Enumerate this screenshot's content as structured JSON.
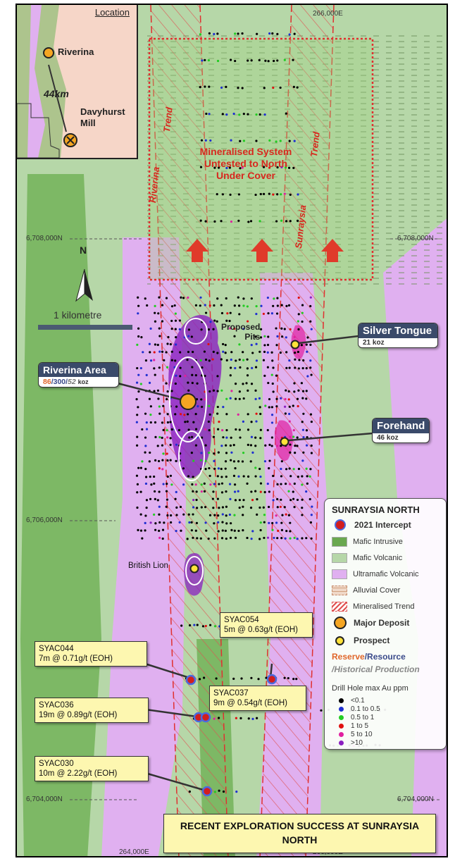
{
  "inset": {
    "title": "Location",
    "place1": "Riverina",
    "distance": "44km",
    "place2_line1": "Davyhurst",
    "place2_line2": "Mill"
  },
  "coordinates": {
    "east_top": "266,000E",
    "east_bottom_left": "264,000E",
    "east_bottom_right": "266,000E",
    "north_1": "6,708,000N",
    "north_2": "6,706,000N",
    "north_3": "6,704,000N"
  },
  "scale": {
    "north_arrow": "N",
    "scale_label": "1 kilometre"
  },
  "target_box": {
    "line1": "Mineralised System",
    "line2": "Untested to North",
    "line3": "Under Cover"
  },
  "trend_labels": {
    "riverina": "Riverina",
    "trend": "Trend",
    "sunraysia": "Sunraysia"
  },
  "proposed_pits": {
    "line1": "Proposed",
    "line2": "Pits"
  },
  "british_lion": "British Lion",
  "deposits": {
    "riverina_area": {
      "name": "Riverina Area",
      "reserve": "86",
      "resource": "/300/",
      "historical": "52",
      "unit": "koz"
    },
    "silver_tongue": {
      "name": "Silver Tongue",
      "value": "21 koz"
    },
    "forehand": {
      "name": "Forehand",
      "value": "46 koz"
    }
  },
  "intercepts": {
    "syac054": {
      "id": "SYAC054",
      "result": "5m @ 0.63g/t (EOH)"
    },
    "syac044": {
      "id": "SYAC044",
      "result": "7m @ 0.71g/t (EOH)"
    },
    "syac037": {
      "id": "SYAC037",
      "result": "9m @ 0.54g/t (EOH)"
    },
    "syac036": {
      "id": "SYAC036",
      "result": "19m @ 0.89g/t (EOH)"
    },
    "syac030": {
      "id": "SYAC030",
      "result": "10m @ 2.22g/t (EOH)"
    }
  },
  "legend": {
    "title": "SUNRAYSIA NORTH",
    "intercept_2021": "2021 Intercept",
    "mafic_intrusive": "Mafic Intrusive",
    "mafic_volcanic": "Mafic Volcanic",
    "ultramafic_volcanic": "Ultramafic Volcanic",
    "alluvial_cover": "Alluvial Cover",
    "mineralised_trend": "Mineralised Trend",
    "major_deposit": "Major Deposit",
    "prospect": "Prospect",
    "reserve": "Reserve",
    "resource": "/Resource",
    "historical": "/Historical Production",
    "drill_title": "Drill Hole max Au ppm",
    "drill_classes": [
      "<0.1",
      "0.1 to 0.5",
      "0.5 to 1",
      "1 to 5",
      "5 to 10",
      ">10"
    ],
    "colors": {
      "mafic_intrusive": "#6aa84f",
      "mafic_volcanic": "#b6d7a8",
      "ultramafic_volcanic": "#e0b0f0",
      "reserve": "#e0662a",
      "resource": "#3a4a8a",
      "drill": [
        "#000000",
        "#1f2fd0",
        "#22cc22",
        "#e01010",
        "#e020a0",
        "#8a20c0"
      ]
    }
  },
  "banner": {
    "line1": "RECENT EXPLORATION SUCCESS AT SUNRAYSIA",
    "line2": "NORTH"
  }
}
